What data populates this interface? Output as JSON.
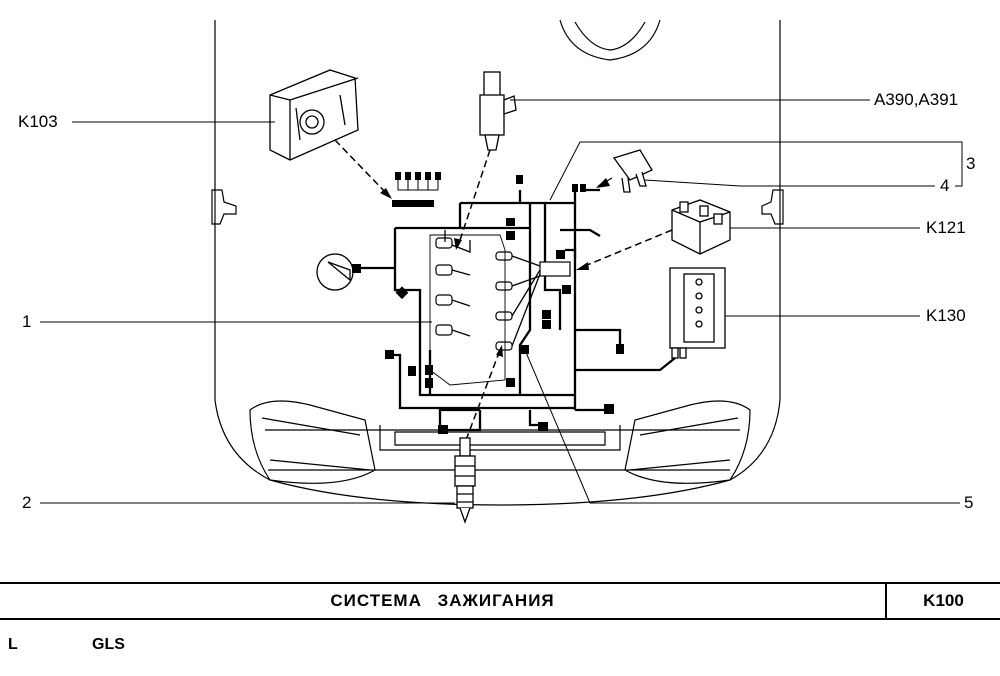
{
  "diagram": {
    "callouts": {
      "k103": "K103",
      "a390": "A390,A391",
      "c3": "3",
      "c4": "4",
      "k121": "K121",
      "c1": "1",
      "k130": "K130",
      "c2": "2",
      "c5": "5"
    }
  },
  "title_block": {
    "title": "СИСТЕМА   ЗАЖИГАНИЯ",
    "code": "K100"
  },
  "variants": [
    "L",
    "GLS"
  ]
}
